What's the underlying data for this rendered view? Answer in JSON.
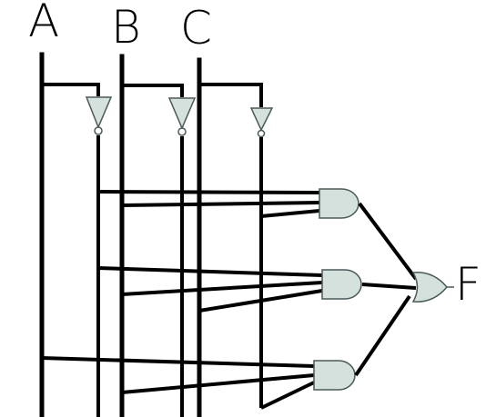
{
  "labels": {
    "input_a": "A",
    "input_b": "B",
    "input_c": "C",
    "output_f": "F"
  },
  "colors": {
    "wire": "#000000",
    "gate_fill": "#d4e1dd",
    "gate_stroke": "#4a5a5a",
    "background": "#ffffff"
  },
  "gates": {
    "not": 3,
    "and": 3,
    "or": 1
  }
}
